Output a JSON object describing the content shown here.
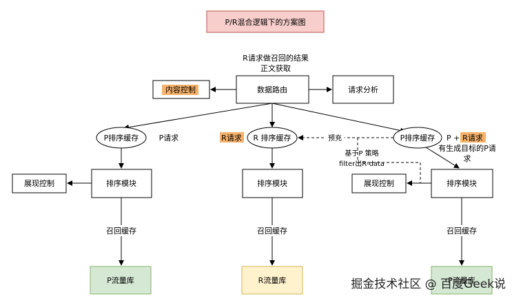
{
  "title": "P/R混合逻辑下的方案图",
  "colors": {
    "title_fill": "#f8cecc",
    "title_stroke": "#b85450",
    "highlight": "#f6b26b",
    "p_store_fill": "#d5e8d4",
    "p_store_stroke": "#82b366",
    "r_store_fill": "#fff2cc",
    "r_store_stroke": "#d6b656"
  },
  "top": {
    "note_line1": "R请求做召回的结果",
    "note_line2": "正文获取",
    "router": "数据路由",
    "content_control": "内容控制",
    "request_analysis": "请求分析"
  },
  "left": {
    "cache": "P排序缓存",
    "req_label": "P请求",
    "sort": "排序模块",
    "display": "展现控制",
    "recall": "召回缓存",
    "store": "P流量库"
  },
  "middle": {
    "req_label": "R请求",
    "cache": "R 排序缓存",
    "sort": "排序模块",
    "recall": "召回缓存",
    "store": "R流量库"
  },
  "right": {
    "cache": "P排序缓存",
    "req_p": "P + ",
    "req_r": "R请求",
    "note_line1": "有生成目标的P请",
    "note_line2": "求",
    "prefill": "预充",
    "policy_line1": "基于P   策略",
    "policy_line2": "filter出R-data",
    "display": "展现控制",
    "sort": "排序模块",
    "recall": "召回缓存",
    "store": "P流量库"
  },
  "watermark": "掘金技术社区 @ 百度Geek说"
}
